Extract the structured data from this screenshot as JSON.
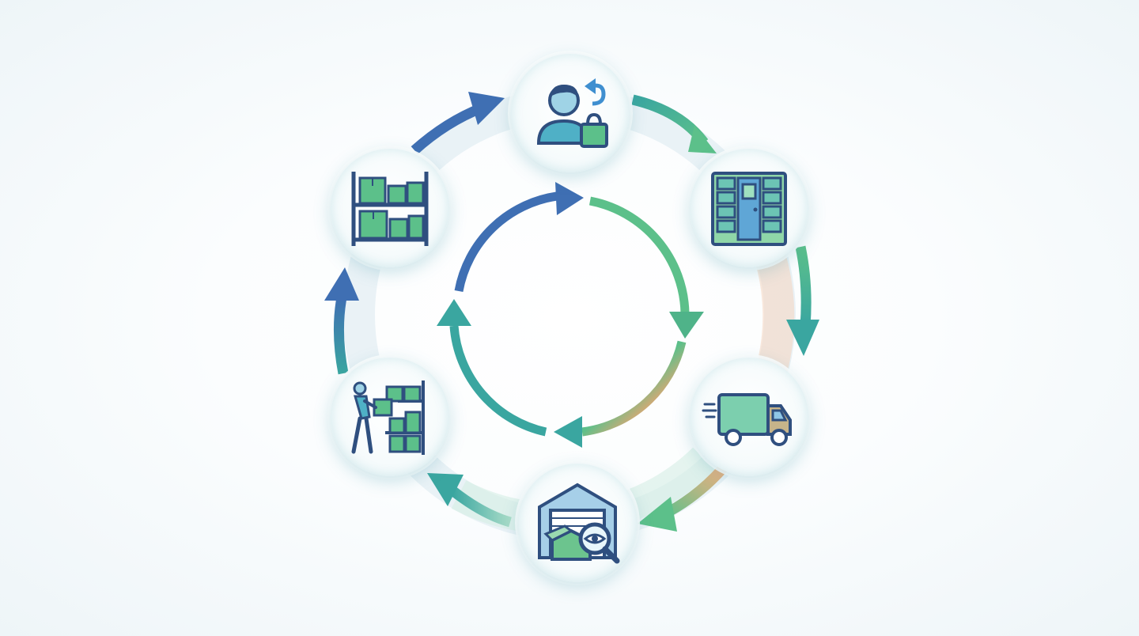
{
  "diagram": {
    "type": "circular-process-cycle",
    "steps": [
      {
        "id": "customer-return",
        "icon": "customer-return-icon"
      },
      {
        "id": "parcel-locker",
        "icon": "parcel-locker-icon"
      },
      {
        "id": "delivery-truck",
        "icon": "delivery-truck-icon"
      },
      {
        "id": "warehouse-inspection",
        "icon": "warehouse-inspection-icon"
      },
      {
        "id": "restocking-worker",
        "icon": "restocking-worker-icon"
      },
      {
        "id": "storage-shelves",
        "icon": "storage-shelves-icon"
      }
    ],
    "colors": {
      "blue": "#3f6fb3",
      "teal": "#3aa6a0",
      "green": "#5cc08a",
      "orange": "#f0a470",
      "light_green": "#a9dcc8",
      "light_blue": "#b9cfe8"
    }
  }
}
